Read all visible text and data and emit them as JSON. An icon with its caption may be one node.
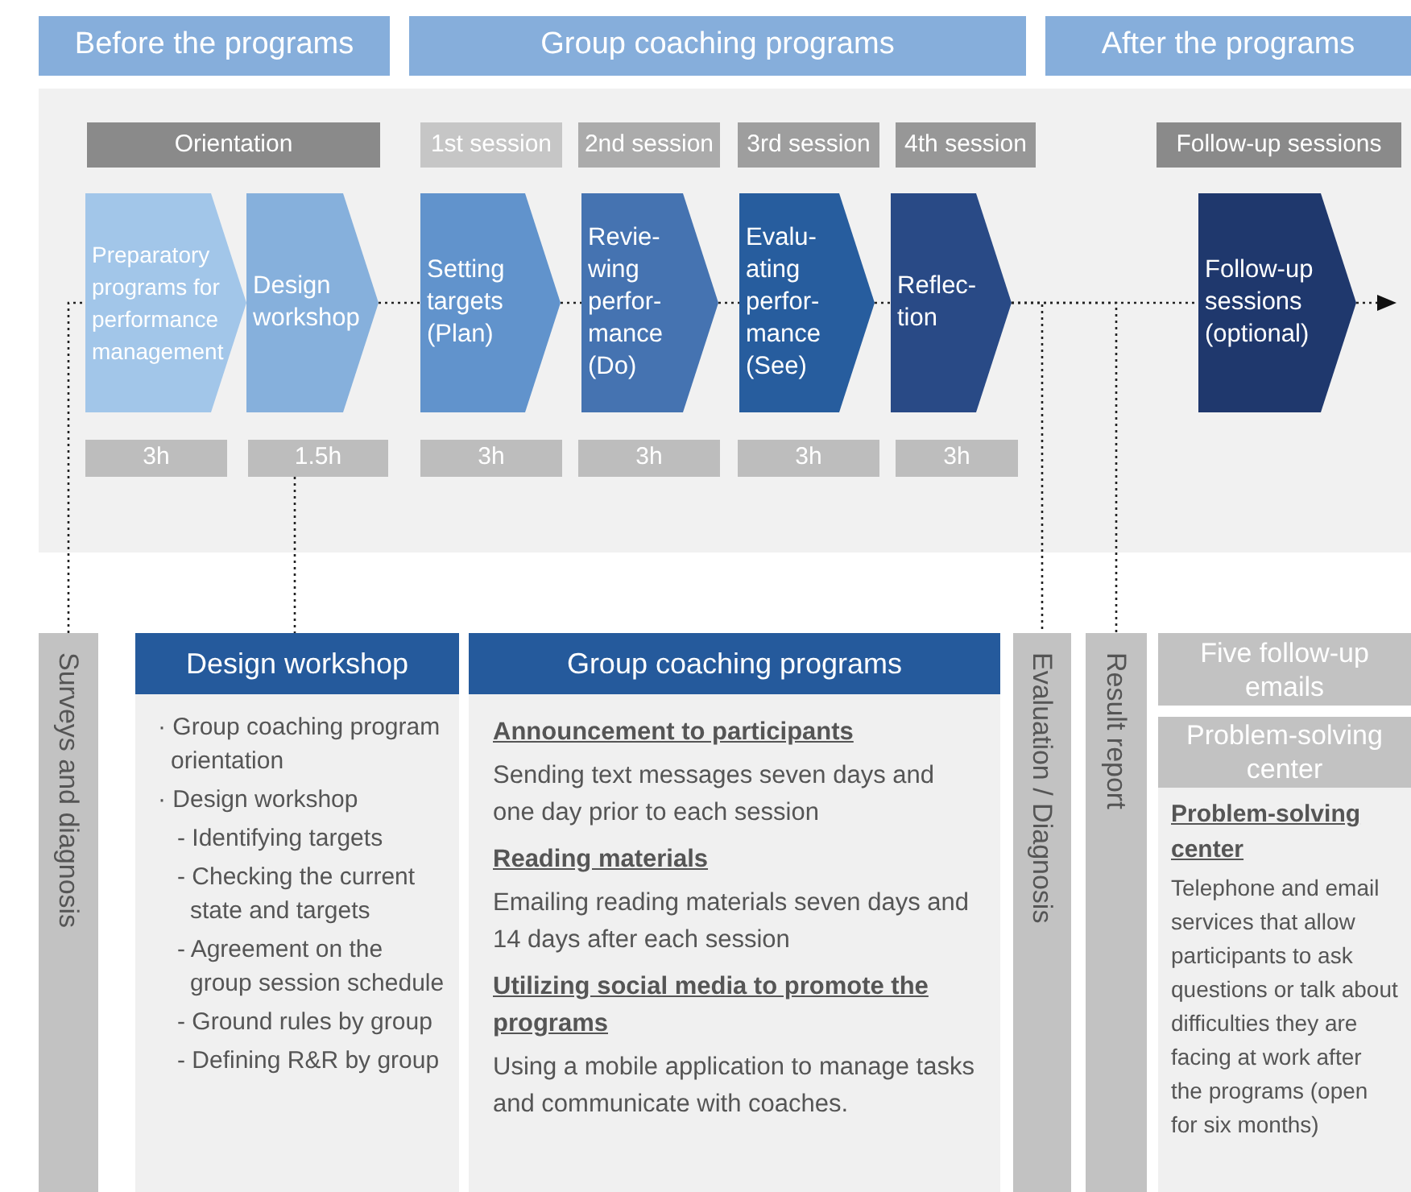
{
  "diagram": {
    "nodes": [
      {
        "text": [
          "Before the programs"
        ]
      },
      {
        "text": [
          "Group coaching programs"
        ]
      },
      {
        "text": [
          "After the programs"
        ]
      },
      {
        "text": [
          "Orientation"
        ]
      },
      {
        "text": [
          "1st session"
        ]
      },
      {
        "text": [
          "2nd session"
        ]
      },
      {
        "text": [
          "3rd session"
        ]
      },
      {
        "text": [
          "4th session"
        ]
      },
      {
        "text": [
          "Follow-up sessions"
        ]
      },
      {
        "text": [
          "Preparatory programs for performance management"
        ]
      },
      {
        "text": [
          "Design workshop"
        ]
      },
      {
        "text": [
          "Setting targets (Plan)"
        ]
      },
      {
        "text": [
          "Revie- wing perfor- mance (Do)"
        ]
      },
      {
        "text": [
          "Evalu- ating perfor- mance (See)"
        ]
      },
      {
        "text": [
          "Reflec- tion"
        ]
      },
      {
        "text": [
          "Follow-up sessions (optional)"
        ]
      },
      {
        "text": [
          "3h"
        ]
      },
      {
        "text": [
          "1.5h"
        ]
      },
      {
        "text": [
          "3h"
        ]
      },
      {
        "text": [
          "3h"
        ]
      },
      {
        "text": [
          "3h"
        ]
      },
      {
        "text": [
          "3h"
        ]
      },
      {
        "text": [
          "Surveys and diagnosis"
        ]
      },
      {
        "text": [
          "Design workshop",
          "· Group coaching program orientation",
          "· Design workshop",
          "- Identifying targets",
          "- Checking the current state and targets",
          "- Agreement on the group session schedule",
          "- Ground rules by group",
          "- Defining R&R by group"
        ]
      },
      {
        "text": [
          "Group coaching programs",
          "Announcement to participants",
          "Sending text messages seven days and one day prior to each session",
          "Reading materials",
          "Emailing reading materials seven days and 14 days after each session",
          "Utilizing social media to promote the programs",
          "Using a mobile application to manage tasks and communicate with coaches."
        ]
      },
      {
        "text": [
          "Evaluation / Diagnosis"
        ]
      },
      {
        "text": [
          "Result report"
        ]
      },
      {
        "text": [
          "Five follow-up emails"
        ]
      },
      {
        "text": [
          "Problem-solving center"
        ]
      },
      {
        "text": [
          "Problem-solving center",
          "Telephone and email services that allow participants to ask questions or talk about difficulties they are facing at work after the programs (open for six months)"
        ]
      }
    ],
    "edges": [
      {
        "from": 22,
        "to": 9,
        "arrow": "none"
      },
      {
        "from": 10,
        "to": 11,
        "arrow": "none"
      },
      {
        "from": 11,
        "to": 12,
        "arrow": "none"
      },
      {
        "from": 12,
        "to": 13,
        "arrow": "none"
      },
      {
        "from": 13,
        "to": 14,
        "arrow": "none"
      },
      {
        "from": 14,
        "to": 15,
        "arrow": "none"
      },
      {
        "from": 15,
        "to": null,
        "arrow": "to"
      },
      {
        "from": 14,
        "to": 25,
        "arrow": "none"
      },
      {
        "from": 14,
        "to": 26,
        "arrow": "none"
      },
      {
        "from": 17,
        "to": 23,
        "arrow": "none"
      }
    ]
  }
}
